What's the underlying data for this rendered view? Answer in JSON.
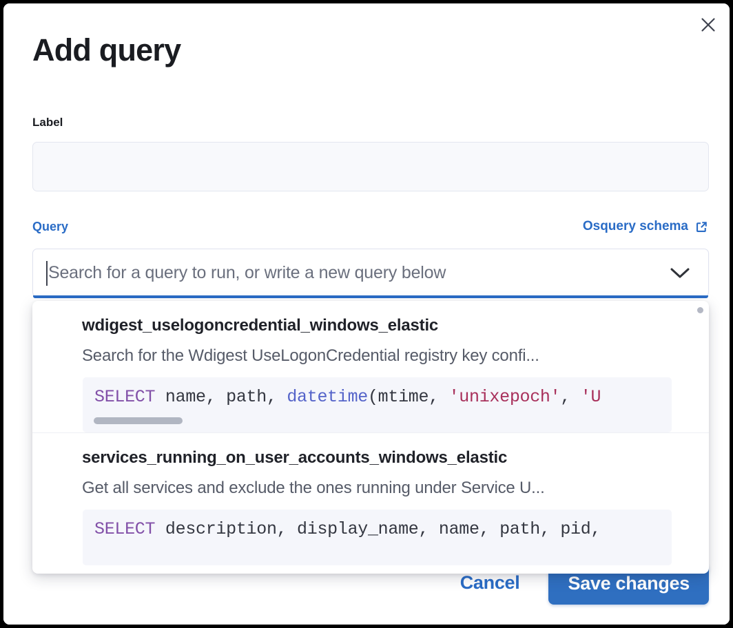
{
  "modal": {
    "title": "Add query",
    "close_icon": "close-icon"
  },
  "colors": {
    "accent_blue": "#2a6cc6",
    "save_button_blue": "#2f6fc0",
    "title_text": "#1a1c21",
    "muted_text": "#565b68",
    "code_bg": "#f5f6fb",
    "input_bg": "#f8f9fc",
    "keyword_purple": "#8250a8",
    "function_blue": "#5463c9",
    "string_crimson": "#a8305b"
  },
  "label_field": {
    "label": "Label",
    "value": "",
    "placeholder": ""
  },
  "query_section": {
    "label": "Query",
    "schema_link": "Osquery schema",
    "schema_link_icon": "external-link-icon",
    "combobox": {
      "placeholder": "Search for a query to run, or write a new query below",
      "value": "",
      "chevron_icon": "chevron-down-icon"
    }
  },
  "dropdown": {
    "options": [
      {
        "title": "wdigest_uselogoncredential_windows_elastic",
        "description": "Search for the Wdigest UseLogonCredential registry key confi...",
        "code_tokens": [
          {
            "t": "SELECT",
            "c": "kw"
          },
          {
            "t": " name, path, ",
            "c": "pn"
          },
          {
            "t": "datetime",
            "c": "fn"
          },
          {
            "t": "(mtime, ",
            "c": "pn"
          },
          {
            "t": "'unixepoch'",
            "c": "str"
          },
          {
            "t": ", ",
            "c": "pn"
          },
          {
            "t": "'U",
            "c": "str"
          }
        ],
        "has_code_scrollbar": true
      },
      {
        "title": "services_running_on_user_accounts_windows_elastic",
        "description": "Get all services and exclude the ones running under Service U...",
        "code_tokens": [
          {
            "t": "SELECT",
            "c": "kw"
          },
          {
            "t": " description, display_name, name, path, pid,",
            "c": "pn"
          }
        ],
        "has_code_scrollbar": false
      }
    ]
  },
  "footer": {
    "cancel_label": "Cancel",
    "save_label": "Save changes"
  }
}
